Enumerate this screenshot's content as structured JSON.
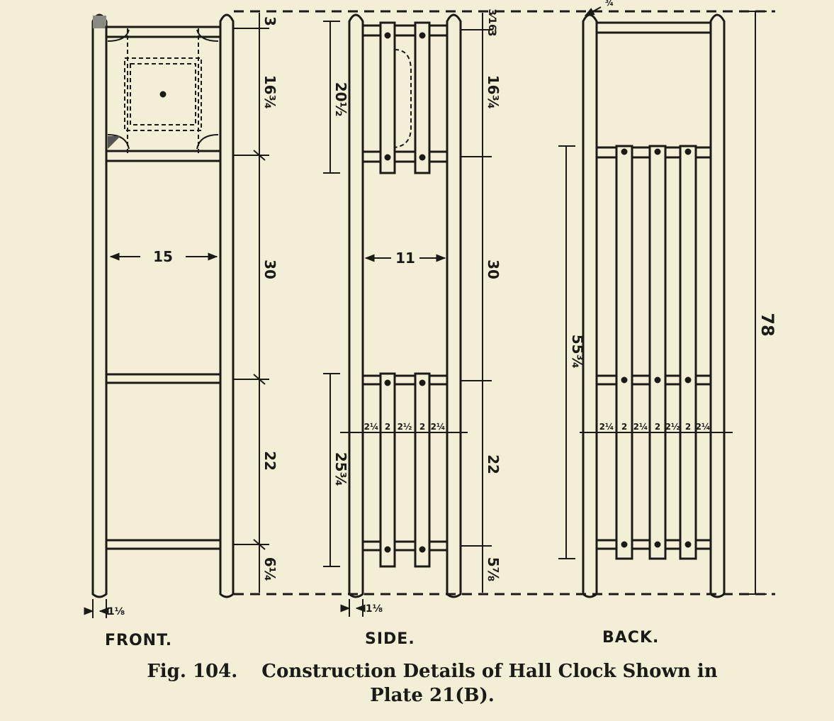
{
  "views": {
    "front": "FRONT.",
    "side": "SIDE.",
    "back": "BACK."
  },
  "dimensions": {
    "front_width": "15",
    "side_width": "11",
    "top_section": "16¾",
    "middle_section": "30",
    "lower_section": "22",
    "base_section": "6¼",
    "top_rail": "3",
    "side_upper_panel": "20½",
    "side_lower_panel": "25¾",
    "side_base": "5⅞",
    "side_top_gap": "3⁄16",
    "back_panel": "55¾",
    "overall_height": "78",
    "front_post": "1⅛",
    "side_post": "1⅛",
    "side_slats": [
      "2¼",
      "2",
      "2½",
      "2",
      "2¼"
    ],
    "back_slats": [
      "2¼",
      "2",
      "2¼",
      "2",
      "2½",
      "2",
      "2¼"
    ],
    "back_post_top": "¾"
  },
  "caption": {
    "fig": "Fig. 104.",
    "line1": "Construction Details of Hall Clock Shown in",
    "line2": "Plate 21(B)."
  }
}
